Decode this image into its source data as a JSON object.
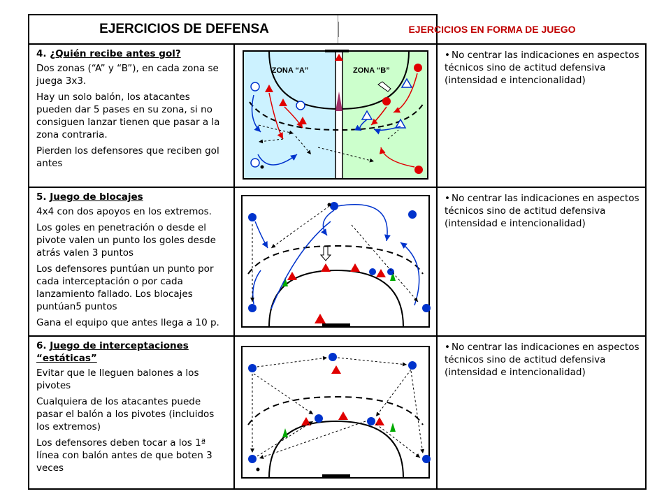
{
  "header": {
    "left": "EJERCICIOS DE DEFENSA",
    "right": "EJERCICIOS EN FORMA DE JUEGO"
  },
  "rows": [
    {
      "number": "4.",
      "title": "¿Quién recibe antes gol?",
      "paragraphs": [
        "Dos zonas (“A” y “B”), en cada zona se juega 3x3.",
        "Hay un solo balón, los atacantes pueden dar 5 pases en su zona, si no consiguen lanzar tienen que pasar a la zona contraria.",
        "Pierden los defensores que reciben gol antes"
      ],
      "diagram_labels": {
        "zone_a": "ZONA “A”",
        "zone_b": "ZONA “B”"
      },
      "note": "No centrar las indicaciones en aspectos técnicos sino de actitud defensiva (intensidad e intencionalidad)"
    },
    {
      "number": "5.",
      "title": "Juego de blocajes",
      "paragraphs": [
        "4x4 con dos apoyos en los extremos.",
        "Los goles en penetración o desde el pivote valen un punto los goles desde atrás valen 3 puntos",
        "Los defensores puntúan un punto por cada interceptación o por cada lanzamiento fallado. Los blocajes puntúan5 puntos",
        "Gana el equipo que antes llega a 10 p."
      ],
      "note": "No centrar las indicaciones en aspectos técnicos sino de actitud defensiva (intensidad e intencionalidad)"
    },
    {
      "number": "6.",
      "title": "Juego de interceptaciones “estáticas”",
      "paragraphs": [
        "Evitar que le lleguen balones a los pivotes",
        "Cualquiera de los atacantes puede pasar el balón a los pivotes (incluidos los extremos)",
        "Los defensores deben tocar a los 1ª línea con balón antes de que boten 3 veces"
      ],
      "note": "No centrar las indicaciones en aspectos técnicos sino de actitud defensiva (intensidad e intencionalidad)"
    }
  ],
  "colors": {
    "attacker": "#0033cc",
    "defender": "#e00000",
    "zone_a": "#ccf2ff",
    "zone_b": "#ccffcc",
    "title_right": "#c00000"
  }
}
